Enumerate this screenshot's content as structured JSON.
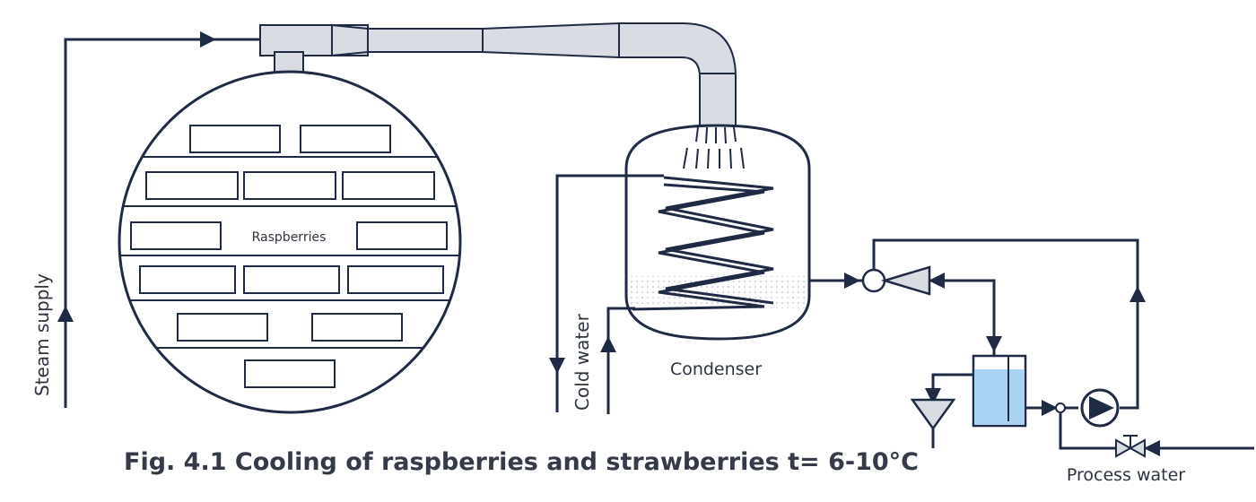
{
  "labels": {
    "steam_supply": "Steam supply",
    "raspberries": "Raspberries",
    "cold_water": "Cold water",
    "condenser": "Condenser",
    "process_water": "Process water"
  },
  "caption": "Fig. 4.1 Cooling of raspberries and strawberries t= 6-10°C",
  "colors": {
    "line": "#1f2a44",
    "duct_fill": "#d9dde3",
    "water_fill": "#a9d3f2",
    "text": "#2d3440"
  }
}
